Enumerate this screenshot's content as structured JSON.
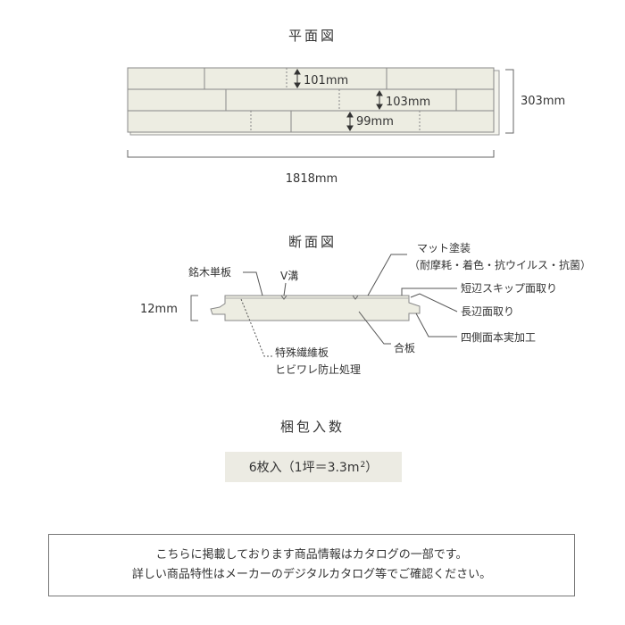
{
  "plan": {
    "title": "平面図",
    "dims": {
      "row1": "101mm",
      "row2": "103mm",
      "row3": "99mm",
      "height": "303mm",
      "length": "1818mm"
    }
  },
  "section": {
    "title": "断面図",
    "thickness": "12mm",
    "labels": {
      "veneer": "銘木単板",
      "v_groove": "V溝",
      "coating": "マット塗装",
      "coating_detail": "（耐摩耗・着色・抗ウイルス・抗菌）",
      "short_edge": "短辺スキップ面取り",
      "long_edge": "長辺面取り",
      "four_side": "四側面本実加工",
      "plywood": "合板",
      "fiber_board": "特殊繊維板",
      "crack_prevention": "ヒビワレ防止処理"
    }
  },
  "package": {
    "title": "梱包入数",
    "count": "6枚入（1坪＝3.3m",
    "sup": "2",
    "close": "）"
  },
  "notice": {
    "line1": "こちらに掲載しております商品情報はカタログの一部です。",
    "line2": "詳しい商品特性はメーカーのデジタルカタログ等でご確認ください。"
  },
  "colors": {
    "board": "#edede2",
    "board_edge": "#888888",
    "line": "#555555",
    "pack_bg": "#ecebe3"
  }
}
